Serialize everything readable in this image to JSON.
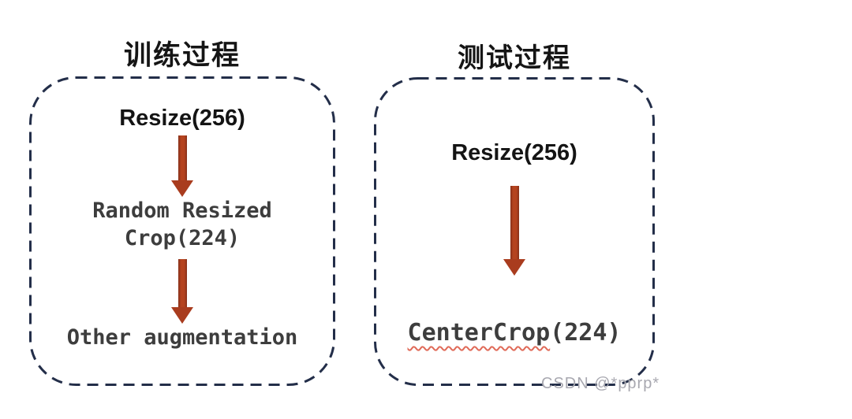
{
  "train_panel": {
    "title": "训练过程",
    "step1": "Resize(256)",
    "step2": "Random Resized\nCrop(224)",
    "step3": "Other augmentation"
  },
  "test_panel": {
    "title": "测试过程",
    "step1": "Resize(256)",
    "step2_main": "CenterCrop",
    "step2_suffix": "(224)"
  },
  "watermark": "CSDN @*pprp*",
  "colors": {
    "arrow": "#a93c1e",
    "box_border": "#232e49",
    "mono_text": "#3d3d3d",
    "title_text": "#151515",
    "wavy_underline": "#e06a58",
    "watermark_text": "#a8a8b0"
  }
}
